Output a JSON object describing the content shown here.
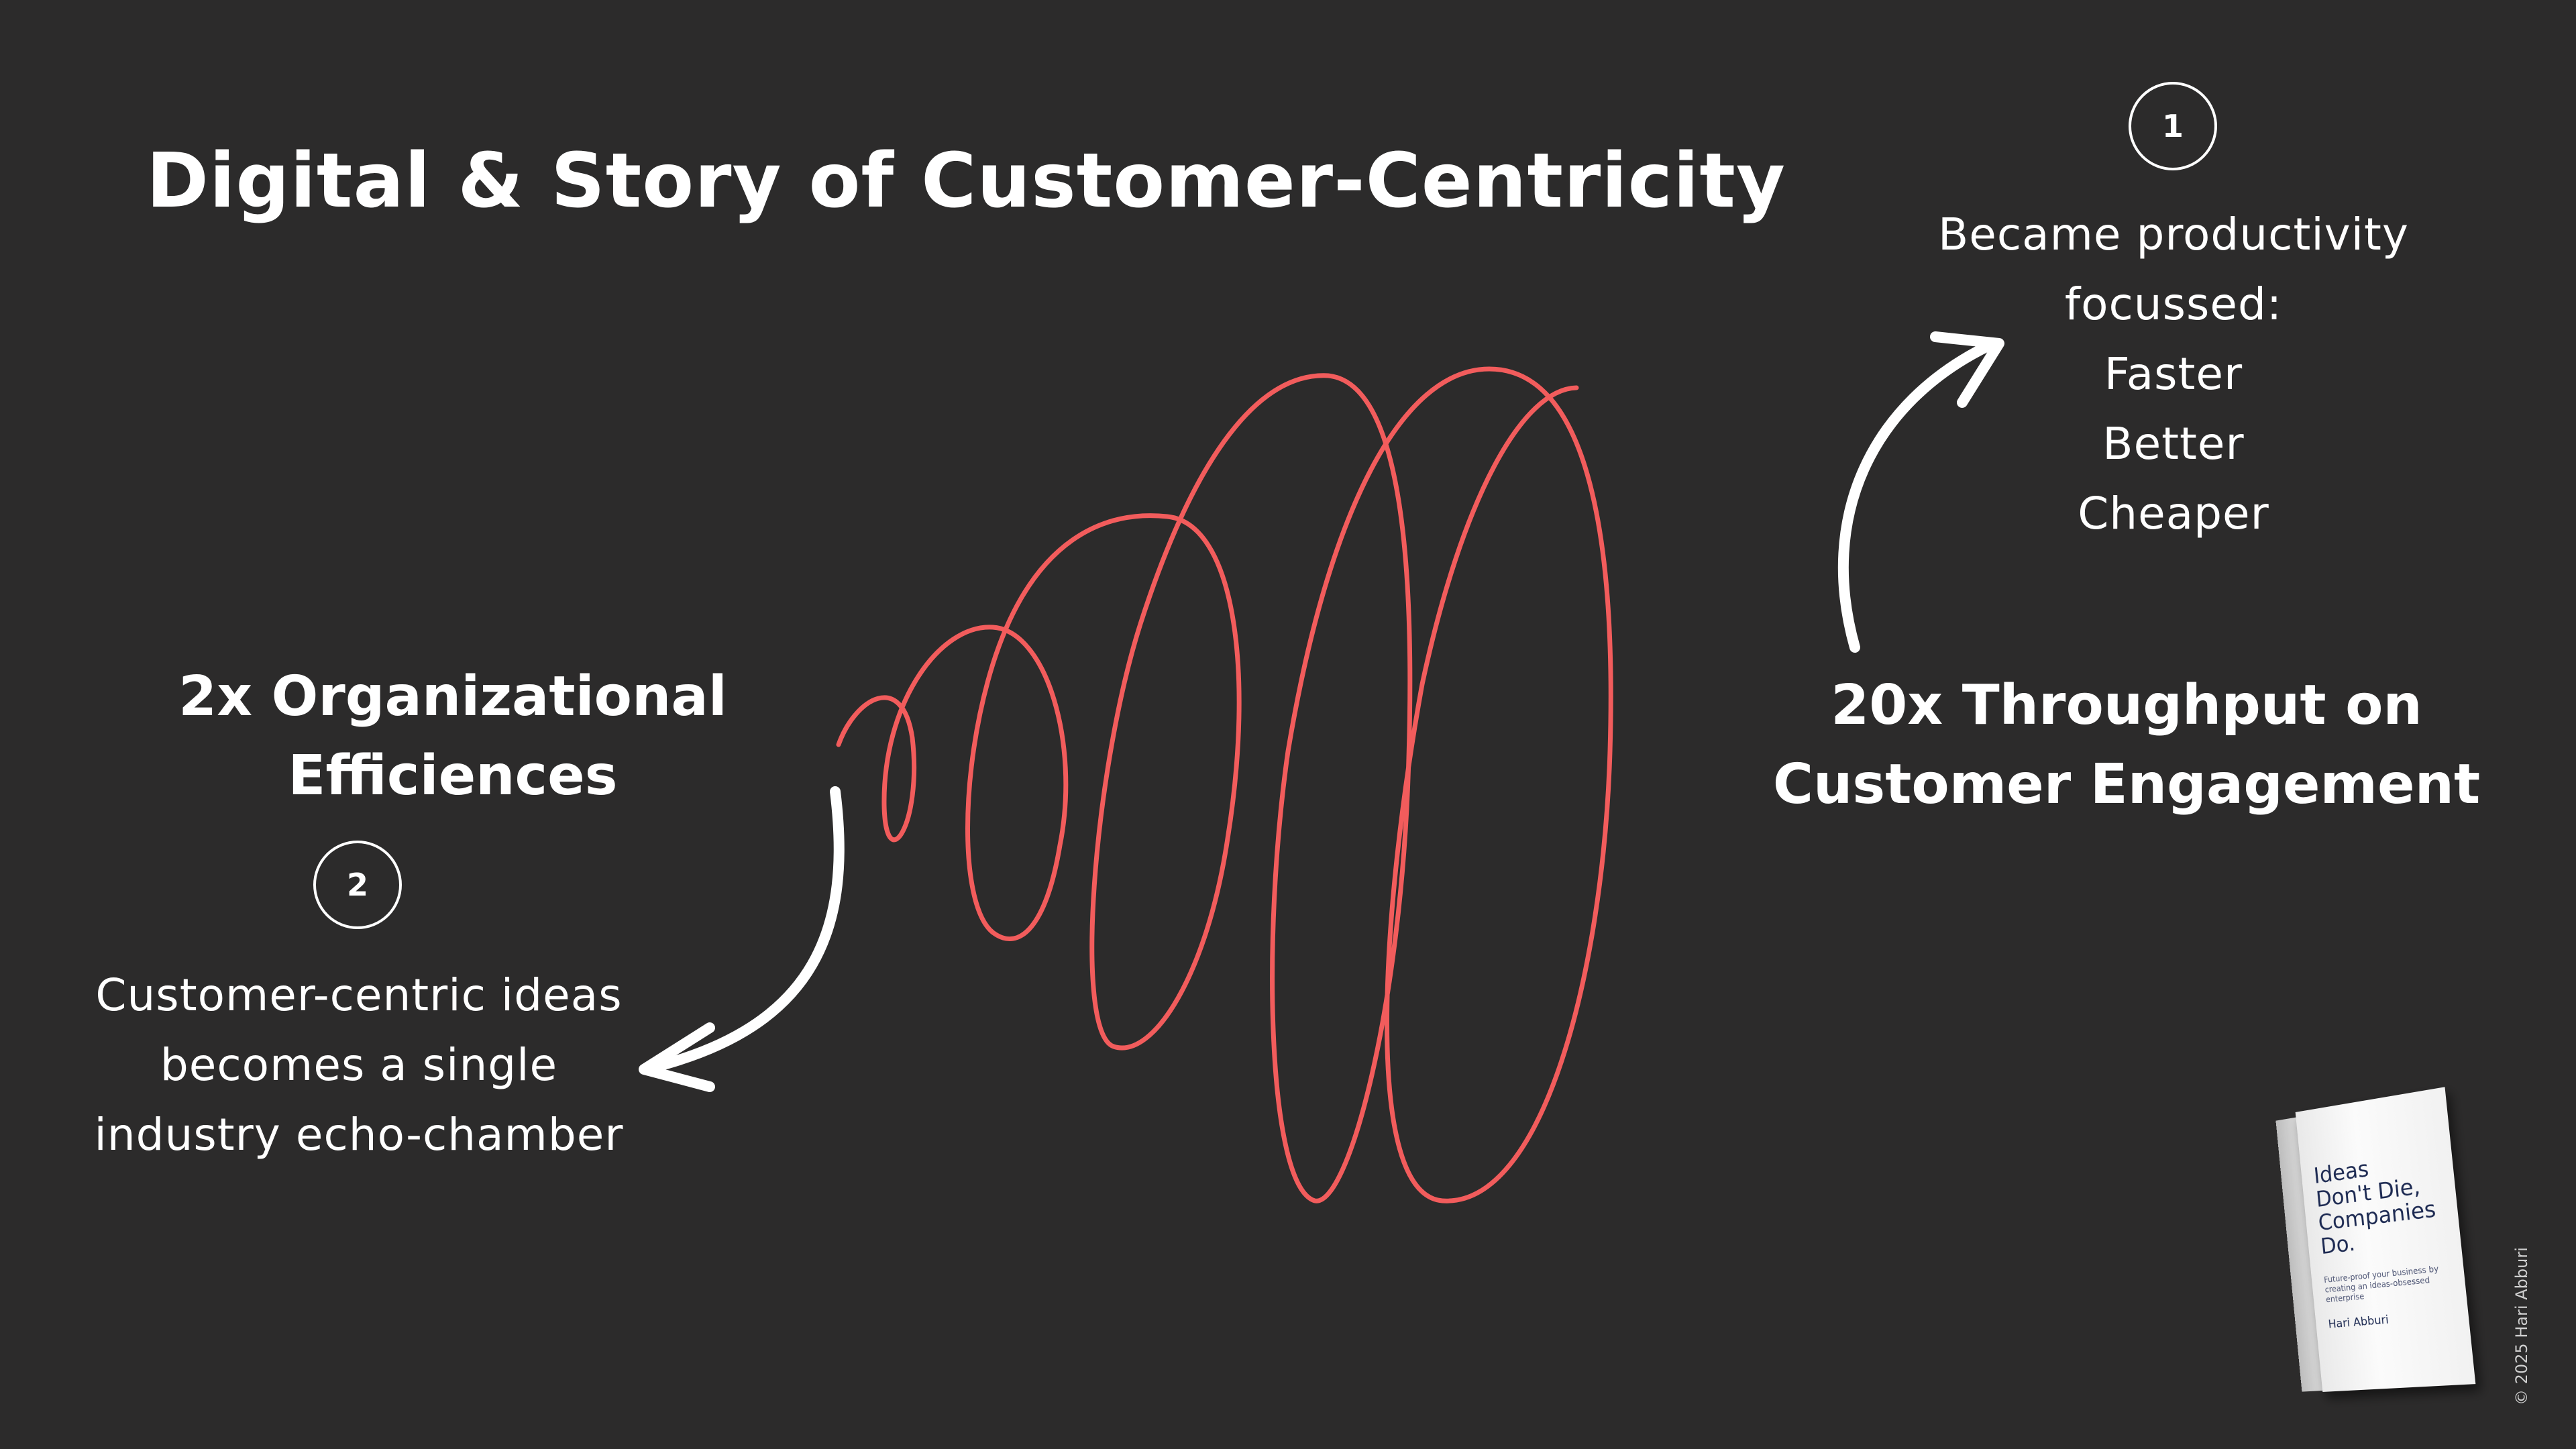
{
  "title": "Digital & Story of Customer-Centricity",
  "left": {
    "heading_line1": "2x Organizational",
    "heading_line2": "Efficiences",
    "badge": "2",
    "note_line1": "Customer-centric ideas",
    "note_line2": "becomes a single",
    "note_line3": "industry echo-chamber"
  },
  "right": {
    "badge": "1",
    "note_line1": "Became productivity",
    "note_line2": "focussed:",
    "note_line3": "Faster",
    "note_line4": "Better",
    "note_line5": "Cheaper",
    "heading_line1": "20x Throughput on",
    "heading_line2": "Customer Engagement"
  },
  "book": {
    "title_line1": "Ideas",
    "title_line2": "Don't Die,",
    "title_line3": "Companies",
    "title_line4": "Do.",
    "subtitle": "Future-proof your business by creating an ideas-obsessed enterprise",
    "author": "Hari Abburi"
  },
  "copyright": "© 2025 Hari Abburi",
  "colors": {
    "background": "#2c2b2b",
    "spiral": "#f25c5c",
    "text": "#ffffff",
    "book_dot": "#e0533d"
  }
}
